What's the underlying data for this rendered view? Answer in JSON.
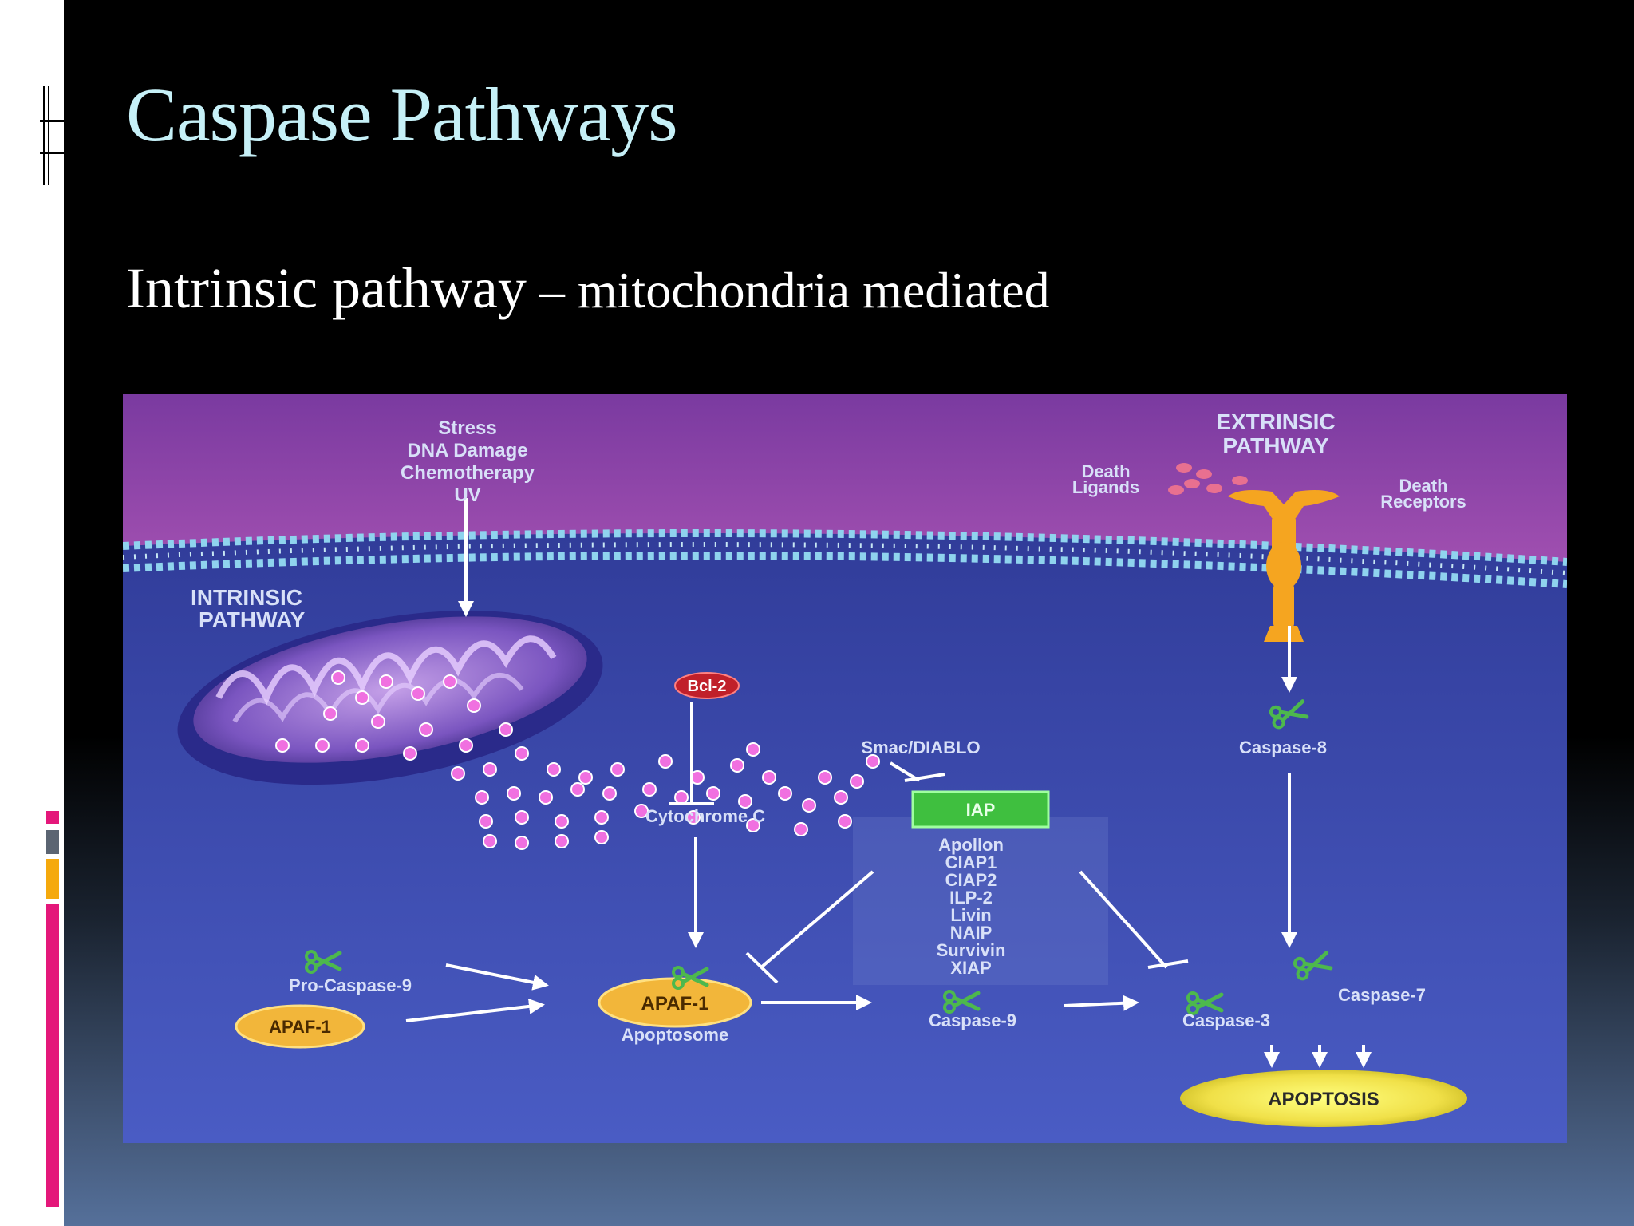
{
  "slide": {
    "title": "Caspase Pathways",
    "subtitle_main": "Intrinsic pathway",
    "subtitle_rest": " – mitochondria mediated"
  },
  "colors": {
    "title": "#c6f0f7",
    "deco_pink": "#e4177a",
    "deco_gray": "#5b6472",
    "deco_gold": "#f5a90d",
    "extracellular": "#8c3fa0",
    "cytoplasm": "#3645a5",
    "membrane": "#8fd3ee",
    "receptor": "#f5a520",
    "iap_box": "#3fbf3f",
    "scissors": "#4db84d"
  },
  "diagram": {
    "stimuli": [
      "Stress",
      "DNA Damage",
      "Chemotherapy",
      "UV"
    ],
    "extrinsic_label": [
      "EXTRINSIC",
      "PATHWAY"
    ],
    "death_ligands": [
      "Death",
      "Ligands"
    ],
    "death_receptors": [
      "Death",
      "Receptors"
    ],
    "intrinsic_label": [
      "INTRINSIC",
      "PATHWAY"
    ],
    "bcl2": "Bcl-2",
    "smac": "Smac/DIABLO",
    "iap": "IAP",
    "iap_list": [
      "Apollon",
      "CIAP1",
      "CIAP2",
      "ILP-2",
      "Livin",
      "NAIP",
      "Survivin",
      "XIAP"
    ],
    "cytochrome": "Cytochrome C",
    "caspase8": "Caspase-8",
    "pro_caspase9": "Pro-Caspase-9",
    "apaf1_left": "APAF-1",
    "apaf1_center": "APAF-1",
    "apoptosome": "Apoptosome",
    "caspase9": "Caspase-9",
    "caspase3": "Caspase-3",
    "caspase7": "Caspase-7",
    "apoptosis": "APOPTOSIS"
  }
}
